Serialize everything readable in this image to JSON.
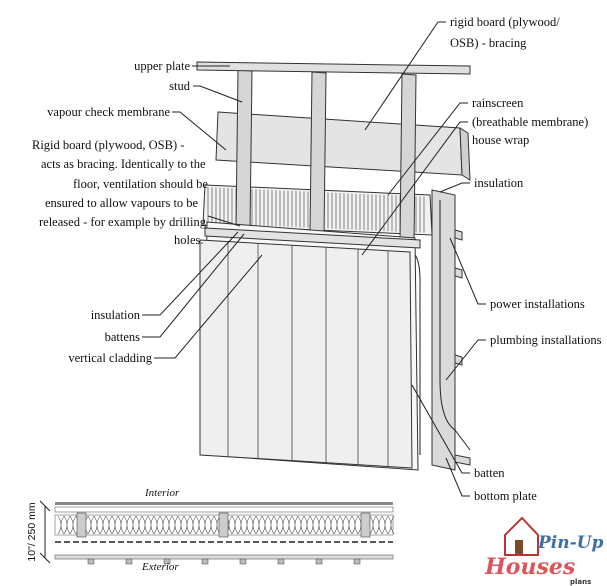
{
  "labels_left": {
    "upper_plate": "upper plate",
    "stud": "stud",
    "vapour_check": "vapour check membrane",
    "rigid_board_note": [
      "Rigid board (plywood, OSB) -",
      "acts as bracing. Identically to the",
      "floor, ventilation should be",
      "ensured to allow vapours to be",
      "released - for example by drilling",
      "holes."
    ],
    "insulation": "insulation",
    "battens": "battens",
    "vertical_cladding": "vertical cladding"
  },
  "labels_right": {
    "rigid_board": [
      "rigid board (plywood/",
      "OSB) - bracing"
    ],
    "rainscreen": [
      "rainscreen",
      "(breathable membrane)",
      "house wrap"
    ],
    "insulation": "insulation",
    "power": "power installations",
    "plumbing": "plumbing installations",
    "batten": "batten",
    "bottom_plate": "bottom plate"
  },
  "section": {
    "interior": "Interior",
    "exterior": "Exterior",
    "dimension": "10\"/ 250 mm"
  },
  "logo": {
    "line1": "Pin-Up",
    "line2": "Houses",
    "line3": "plans"
  },
  "colors": {
    "logo_red": "#d9575b",
    "logo_blue": "#3a6fa8",
    "wood": "#d8d8d8"
  }
}
